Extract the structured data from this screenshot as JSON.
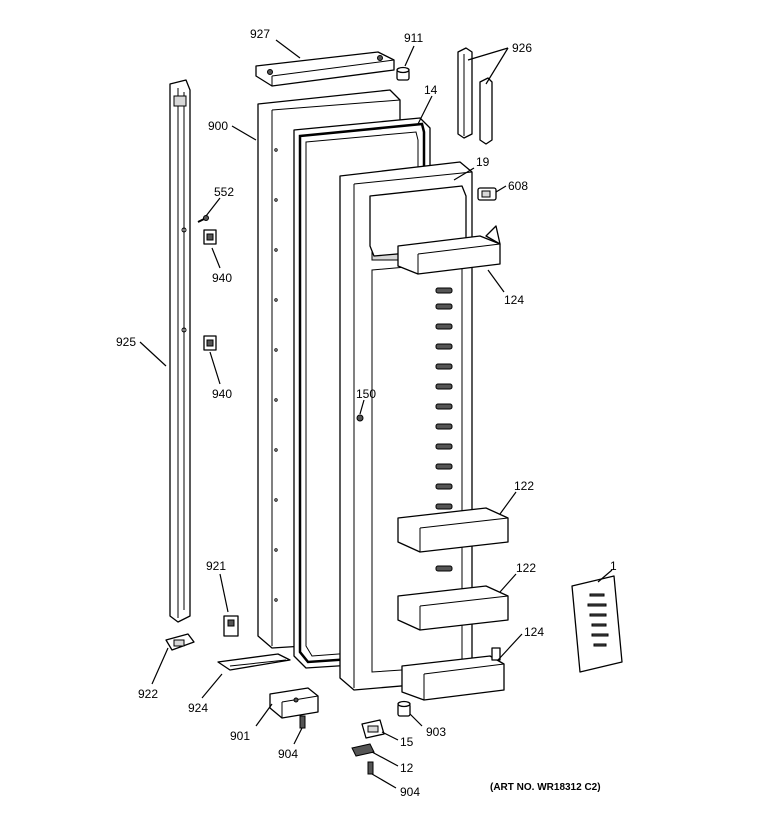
{
  "diagram": {
    "art_number": "(ART NO. WR18312 C2)",
    "callouts": [
      {
        "id": "927",
        "label": "927"
      },
      {
        "id": "911",
        "label": "911"
      },
      {
        "id": "926",
        "label": "926"
      },
      {
        "id": "900",
        "label": "900"
      },
      {
        "id": "14",
        "label": "14"
      },
      {
        "id": "19",
        "label": "19"
      },
      {
        "id": "608",
        "label": "608"
      },
      {
        "id": "552",
        "label": "552"
      },
      {
        "id": "940a",
        "label": "940"
      },
      {
        "id": "124a",
        "label": "124"
      },
      {
        "id": "925",
        "label": "925"
      },
      {
        "id": "940b",
        "label": "940"
      },
      {
        "id": "150",
        "label": "150"
      },
      {
        "id": "122a",
        "label": "122"
      },
      {
        "id": "921",
        "label": "921"
      },
      {
        "id": "122b",
        "label": "122"
      },
      {
        "id": "1",
        "label": "1"
      },
      {
        "id": "124b",
        "label": "124"
      },
      {
        "id": "922",
        "label": "922"
      },
      {
        "id": "924",
        "label": "924"
      },
      {
        "id": "901",
        "label": "901"
      },
      {
        "id": "903",
        "label": "903"
      },
      {
        "id": "904a",
        "label": "904"
      },
      {
        "id": "15",
        "label": "15"
      },
      {
        "id": "12",
        "label": "12"
      },
      {
        "id": "904b",
        "label": "904"
      }
    ]
  }
}
